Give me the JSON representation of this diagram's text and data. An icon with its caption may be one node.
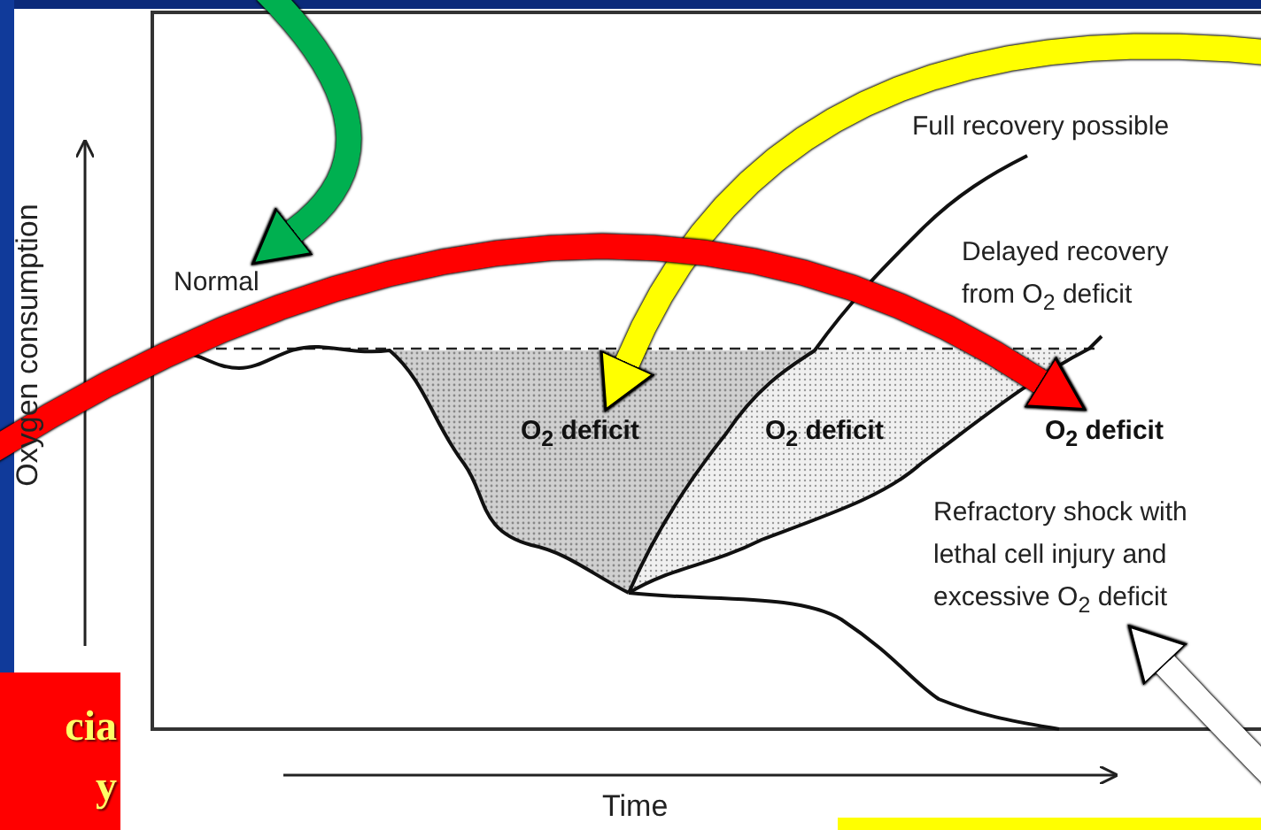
{
  "diagram": {
    "nodes": [
      {
        "text": [
          "Full recovery possible"
        ]
      },
      {
        "text": [
          "Delayed recovery from O$_{2}$ deficit"
        ]
      },
      {
        "text": [
          "Normal"
        ]
      },
      {
        "text": [
          "O$_{2}$ deficit"
        ]
      },
      {
        "text": [
          "O$_{2}$ deficit"
        ]
      },
      {
        "text": [
          "O$_{2}$ deficit"
        ]
      },
      {
        "text": [
          "Refractory shock with lethal cell injury and excessive O$_{2}$ deficit"
        ]
      }
    ],
    "edges": [
      {
        "from": null,
        "to": 2,
        "arrow": "to",
        "color": "#00b050"
      },
      {
        "from": null,
        "to": 3,
        "arrow": "to",
        "color": "#ffff00"
      },
      {
        "from": null,
        "to": 5,
        "arrow": "to",
        "color": "#ff0000"
      },
      {
        "from": null,
        "to": 6,
        "arrow": "to",
        "color": "#ffffff"
      }
    ],
    "labels": [
      "Oxygen consumption",
      "Time",
      "cia",
      "y"
    ]
  }
}
